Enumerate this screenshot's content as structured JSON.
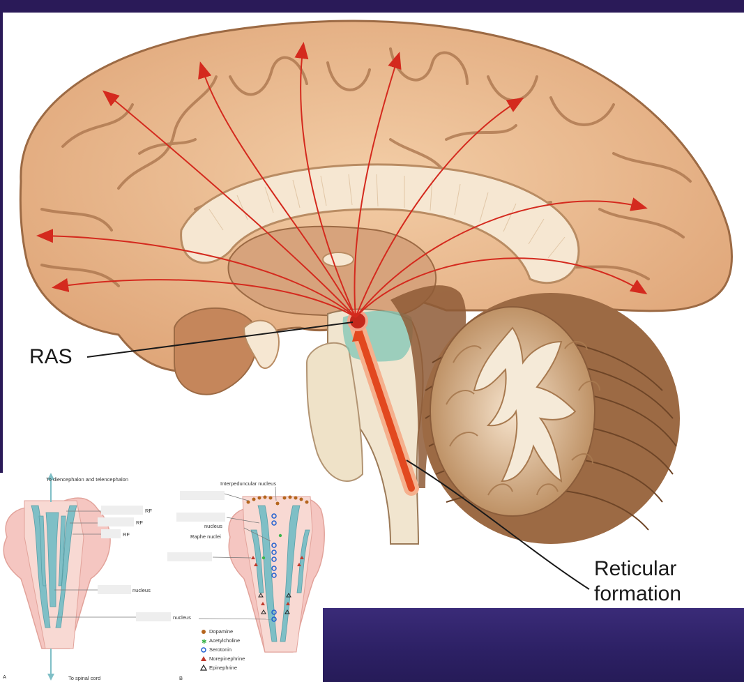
{
  "main_figure": {
    "label_ras": "RAS",
    "label_reticular_line1": "Reticular",
    "label_reticular_line2": "formation"
  },
  "diagram_a": {
    "top_caption": "To diencephalon and telencephalon",
    "bottom_caption": "To spinal cord",
    "panel_letter": "A",
    "labels": [
      "RF",
      "RF",
      "RF",
      "nucleus",
      "nucleus"
    ]
  },
  "diagram_b": {
    "panel_letter": "B",
    "top_caption": "Interpeduncular nucleus",
    "labels": [
      "nucleus",
      "Raphe nuclei"
    ],
    "legend": [
      {
        "symbol": "dot",
        "color": "#b5651d",
        "label": "Dopamine"
      },
      {
        "symbol": "star",
        "color": "#3cb44b",
        "label": "Acetylcholine"
      },
      {
        "symbol": "ring",
        "color": "#1f5fd0",
        "label": "Serotonin"
      },
      {
        "symbol": "triangle",
        "color": "#c0392b",
        "label": "Norepinephrine"
      },
      {
        "symbol": "triangle-outline",
        "color": "#222222",
        "label": "Epinephrine"
      }
    ]
  }
}
